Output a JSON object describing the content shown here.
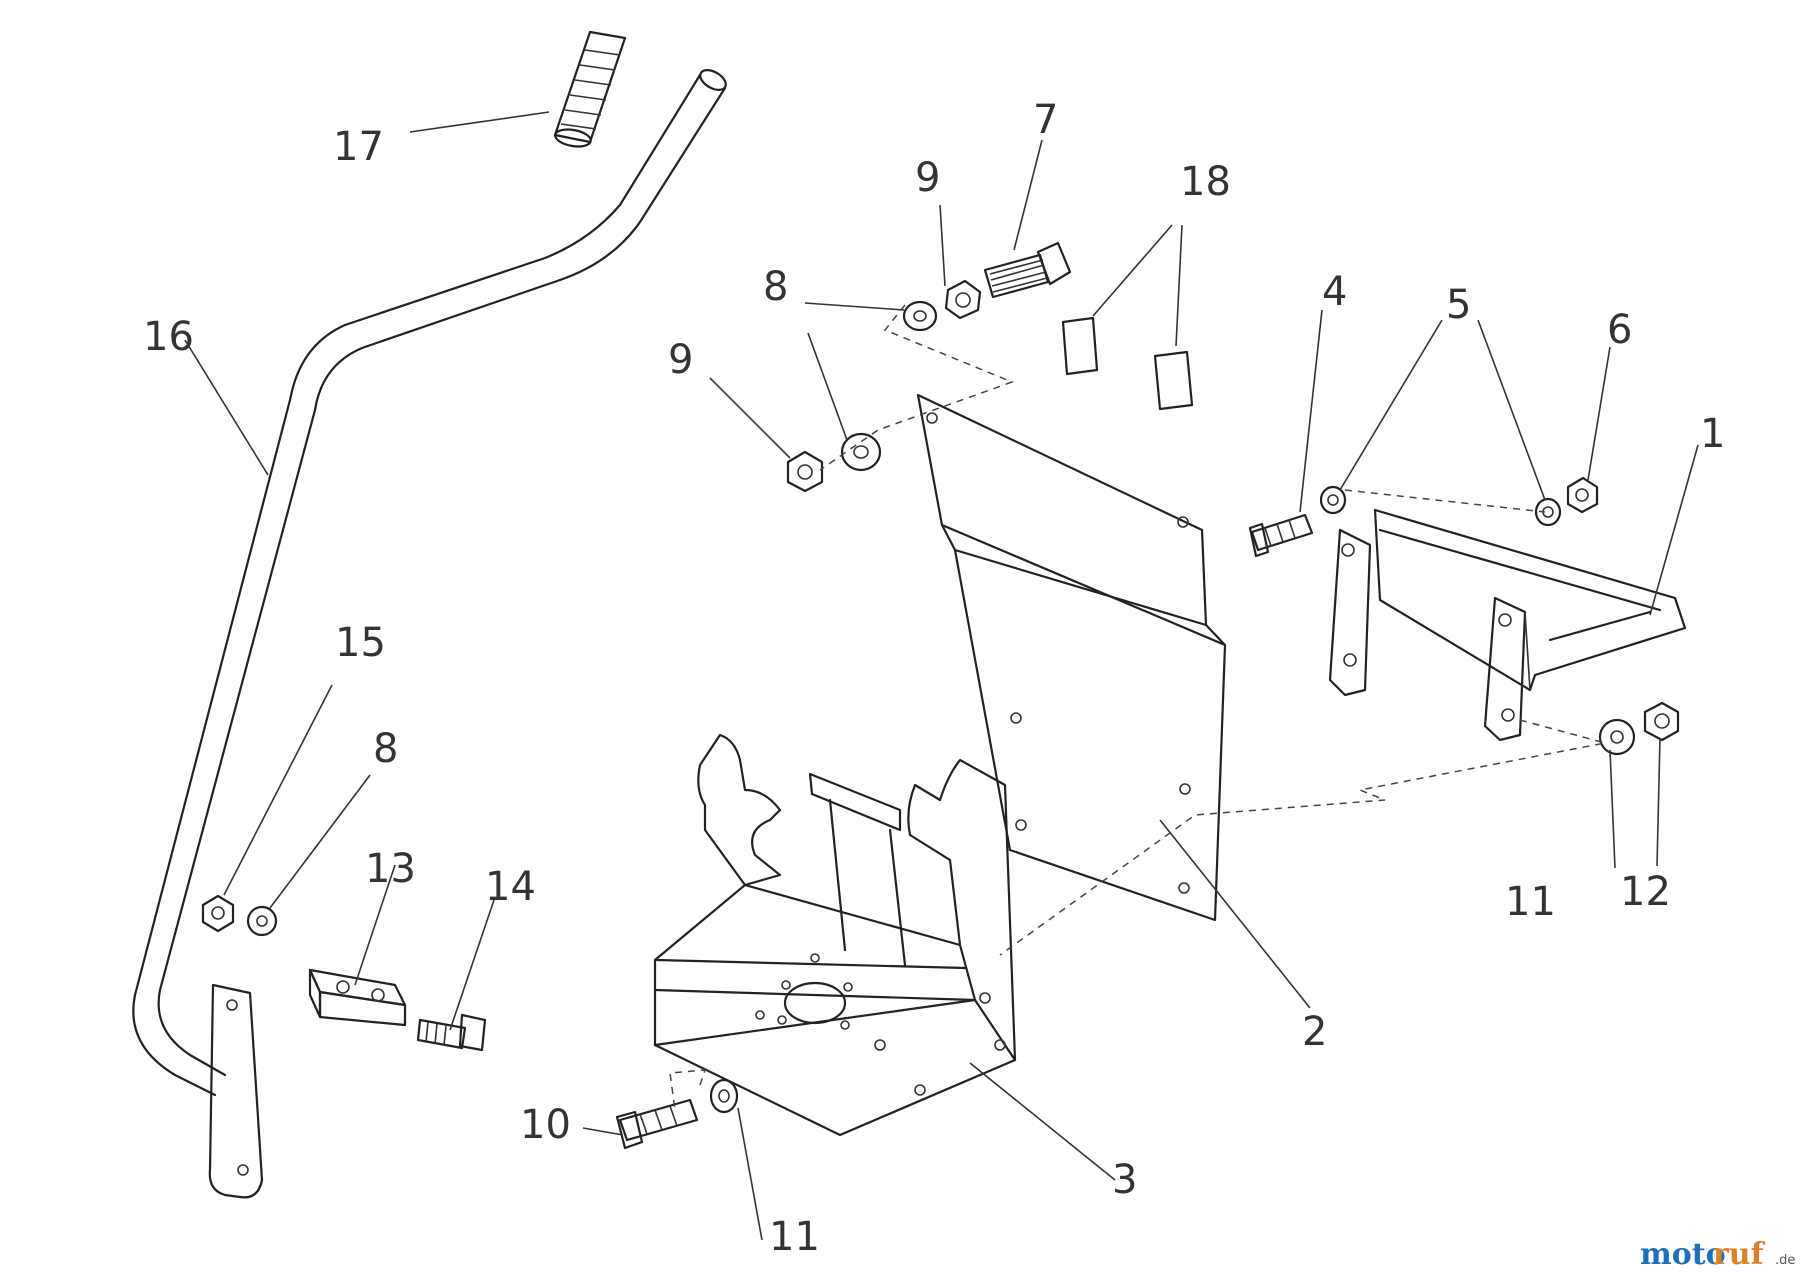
{
  "labels": {
    "p1": "1",
    "p2": "2",
    "p3": "3",
    "p4": "4",
    "p5": "5",
    "p6": "6",
    "p7": "7",
    "p8a": "8",
    "p8b": "8",
    "p9a": "9",
    "p9b": "9",
    "p10": "10",
    "p11a": "11",
    "p11b": "11",
    "p12": "12",
    "p13": "13",
    "p14": "14",
    "p15": "15",
    "p16": "16",
    "p17": "17",
    "p18": "18"
  },
  "watermark": {
    "brand_a": "moto",
    "brand_b": "ruf",
    "tld": ".de"
  }
}
